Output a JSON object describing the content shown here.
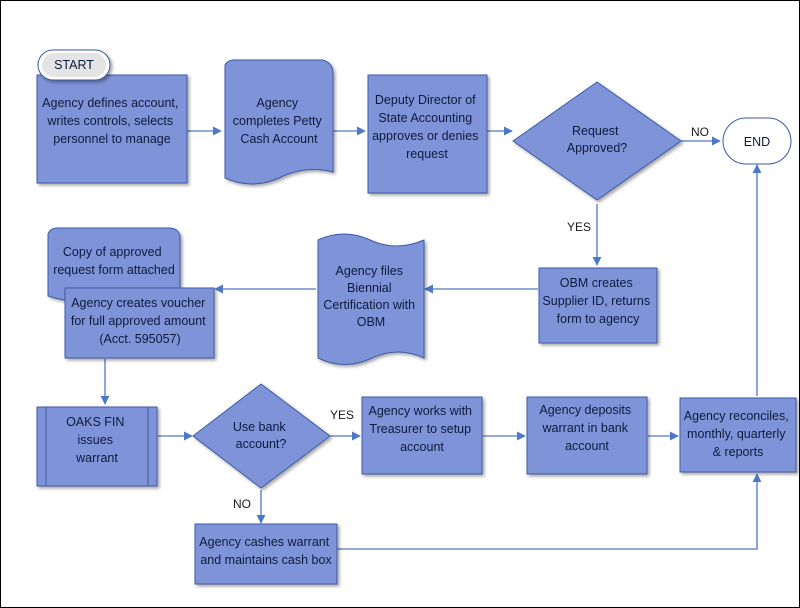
{
  "nodes": {
    "start": "START",
    "end": "END",
    "define": [
      "Agency defines account,",
      "writes controls, selects",
      "personnel to manage"
    ],
    "petty": [
      "Agency",
      "completes Petty",
      "Cash Account"
    ],
    "deputy": [
      "Deputy Director of",
      "State Accounting",
      "approves or denies",
      "request"
    ],
    "approved": [
      "Request",
      "Approved?"
    ],
    "obm": [
      "OBM creates",
      "Supplier ID, returns",
      "form to agency"
    ],
    "biennial": [
      "Agency files",
      "Biennial",
      "Certification with",
      "OBM"
    ],
    "copy": [
      "Copy of approved",
      "request form attached"
    ],
    "voucher": [
      "Agency creates voucher",
      "for full approved amount",
      "(Acct. 595057)"
    ],
    "oaks": [
      "OAKS FIN",
      "issues",
      "warrant"
    ],
    "bank": [
      "Use bank",
      "account?"
    ],
    "treasurer": [
      "Agency works with",
      "Treasurer to setup",
      "account"
    ],
    "deposit": [
      "Agency deposits",
      "warrant in bank",
      "account"
    ],
    "reconcile": [
      "Agency reconciles,",
      "monthly, quarterly",
      "& reports"
    ],
    "cash": [
      "Agency cashes warrant",
      "and maintains cash box"
    ]
  },
  "edge_labels": {
    "no_top": "NO",
    "yes_top": "YES",
    "yes_bank": "YES",
    "no_bank": "NO"
  }
}
